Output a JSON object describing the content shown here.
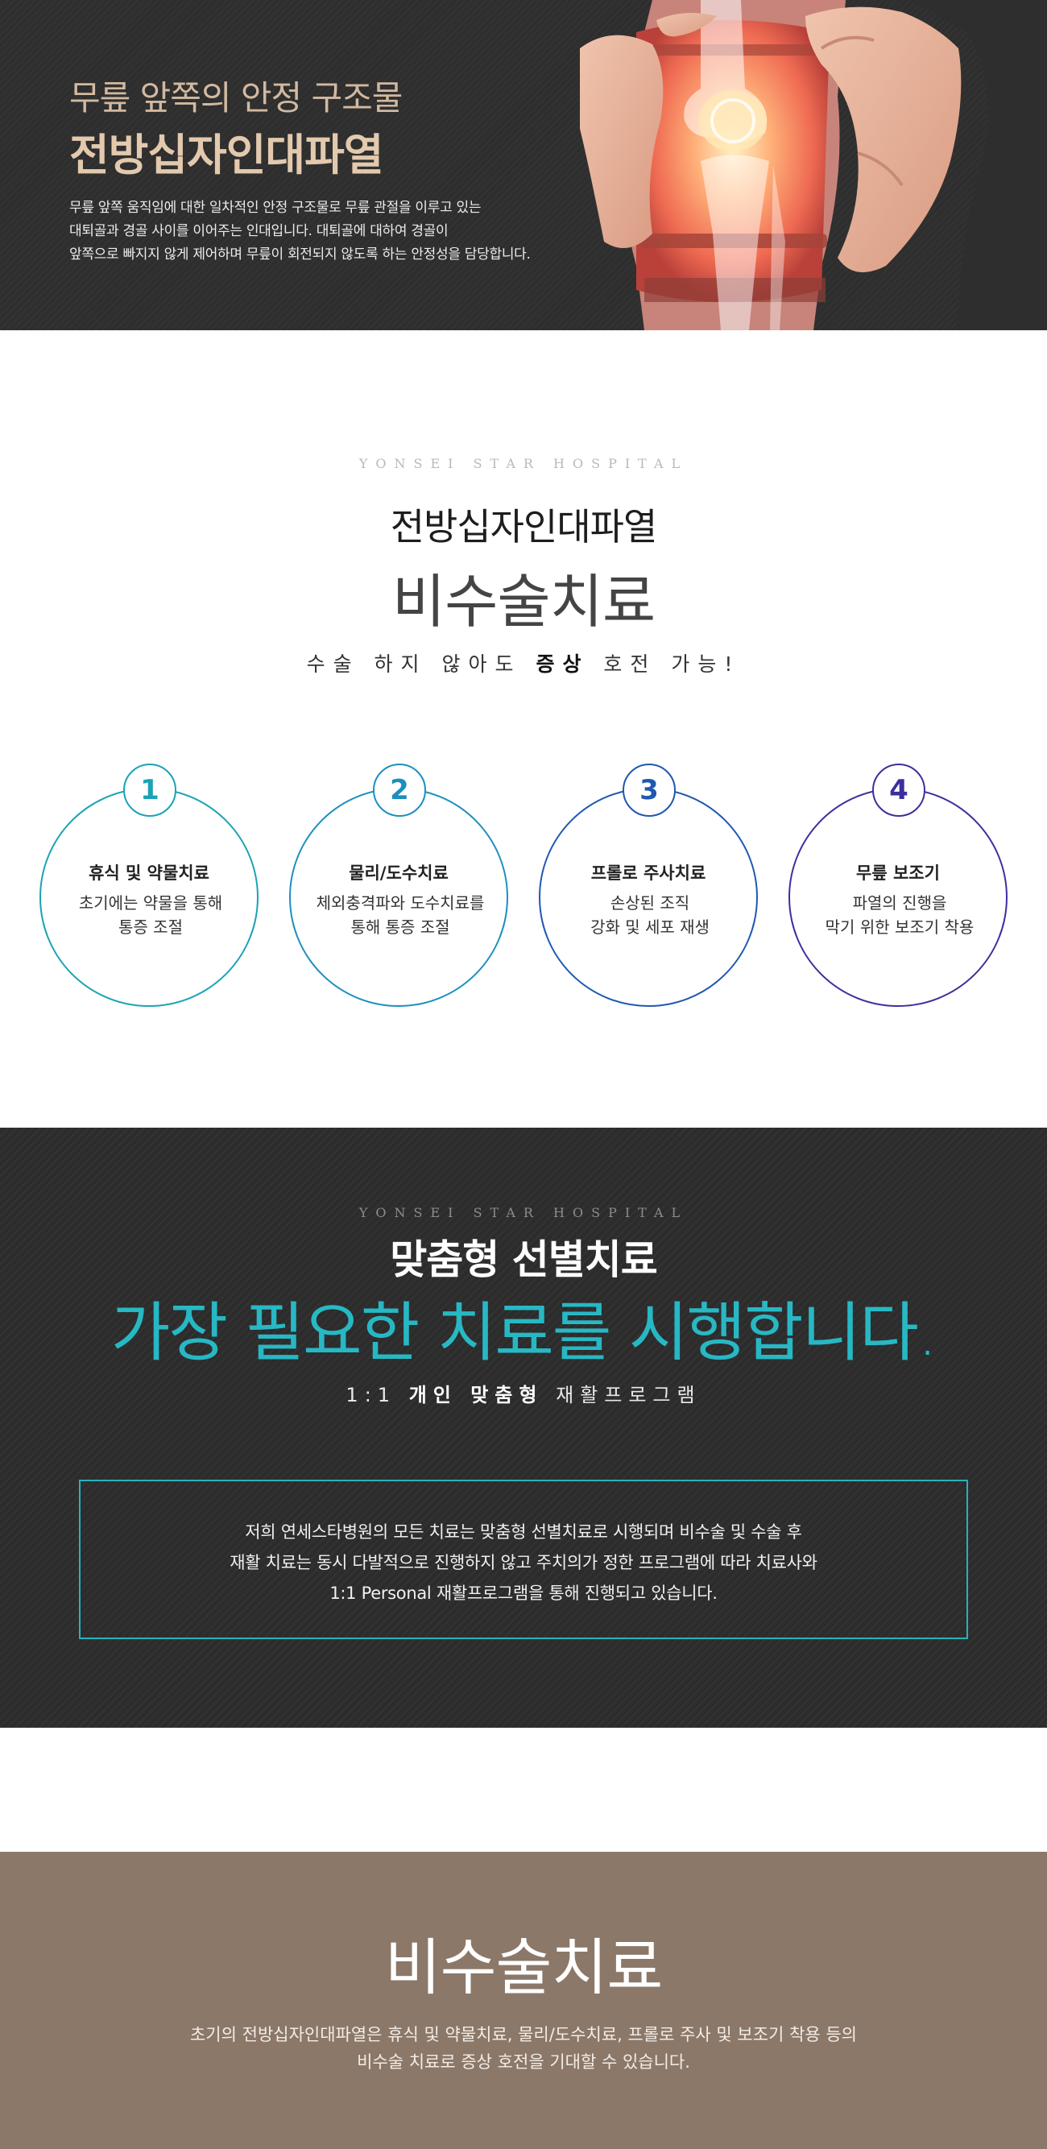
{
  "hero": {
    "subtitle": "무릎 앞쪽의 안정 구조물",
    "title": "전방십자인대파열",
    "description_lines": [
      "무릎 앞쪽 움직임에 대한 일차적인 안정 구조물로 무릎 관절을 이루고 있는",
      "대퇴골과 경골 사이를 이어주는 인대입니다. 대퇴골에 대하여 경골이",
      "앞쪽으로 빠지지 않게 제어하며 무릎이 회전되지 않도록 하는 안정성을 담당합니다."
    ]
  },
  "nonsurgical": {
    "brand": "YONSEI STAR HOSPITAL",
    "title": "전방십자인대파열",
    "subtitle": "비수술치료",
    "tagline_pre": "수술 하지 않아도",
    "tagline_bold": "증상",
    "tagline_post": "호전 가능!",
    "steps": [
      {
        "num": "1",
        "title": "휴식 및 약물치료",
        "desc1": "초기에는 약물을 통해",
        "desc2": "통증 조절",
        "color": "#1aa3b5"
      },
      {
        "num": "2",
        "title": "물리/도수치료",
        "desc1": "체외충격파와 도수치료를",
        "desc2": "통해 통증 조절",
        "color": "#1d8fbf"
      },
      {
        "num": "3",
        "title": "프롤로 주사치료",
        "desc1": "손상된 조직",
        "desc2": "강화 및 세포 재생",
        "color": "#1f58b0"
      },
      {
        "num": "4",
        "title": "무릎 보조기",
        "desc1": "파열의 진행을",
        "desc2": "막기 위한 보조기 착용",
        "color": "#3b2f9e"
      }
    ]
  },
  "custom": {
    "brand": "YONSEI STAR HOSPITAL",
    "title": "맞춤형 선별치료",
    "subtitle": "가장 필요한 치료를 시행합니다.",
    "tagline_pre": "1:1",
    "tagline_bold": "개인 맞춤형",
    "tagline_post": "재활프로그램",
    "info_lines": [
      "저희 연세스타병원의 모든 치료는 맞춤형 선별치료로 시행되며 비수술 및 수술 후",
      "재활 치료는 동시 다발적으로 진행하지 않고 주치의가 정한 프로그램에 따라 치료사와",
      "1:1 Personal 재활프로그램을 통해 진행되고 있습니다."
    ]
  },
  "bottom": {
    "title": "비수술치료",
    "desc_lines": [
      "초기의 전방십자인대파열은 휴식 및 약물치료, 물리/도수치료, 프롤로 주사 및 보조기 착용 등의",
      "비수술 치료로 증상 호전을 기대할 수 있습니다."
    ]
  }
}
